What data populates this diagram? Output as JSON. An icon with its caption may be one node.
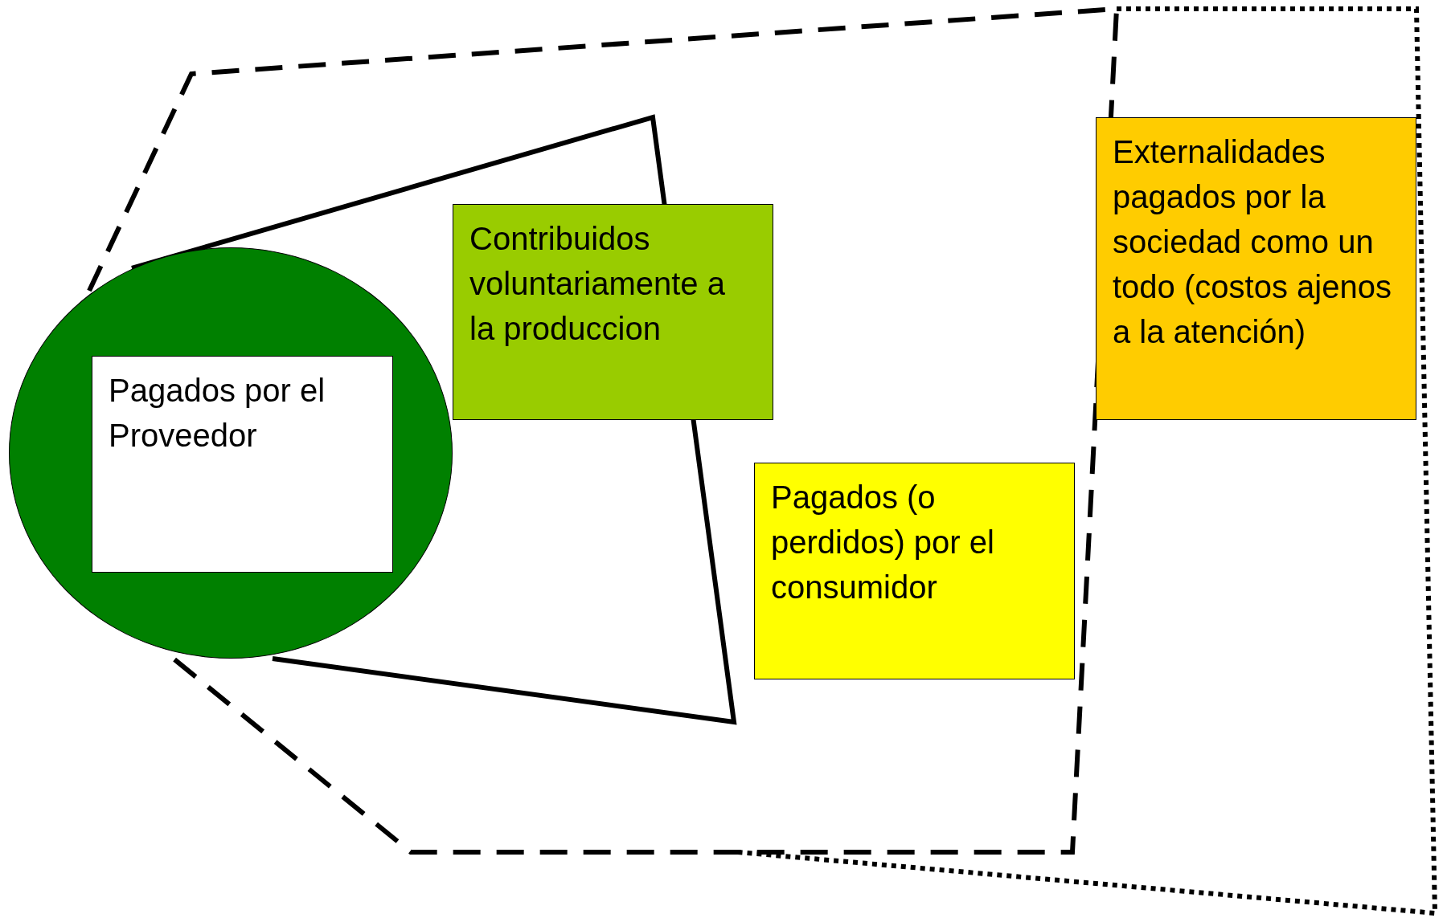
{
  "diagram": {
    "nodes": [
      {
        "text": [],
        "shape": "ellipse"
      },
      {
        "text": [
          "Pagados por el Proveedor"
        ],
        "in": 0
      },
      {
        "text": [
          "Contribuidos voluntariamente a la produccion"
        ]
      },
      {
        "text": [
          "Pagados (o perdidos) por el consumidor"
        ]
      },
      {
        "text": [
          "Externalidades pagados por la sociedad como un todo (costos ajenos a la atención)"
        ]
      }
    ]
  }
}
